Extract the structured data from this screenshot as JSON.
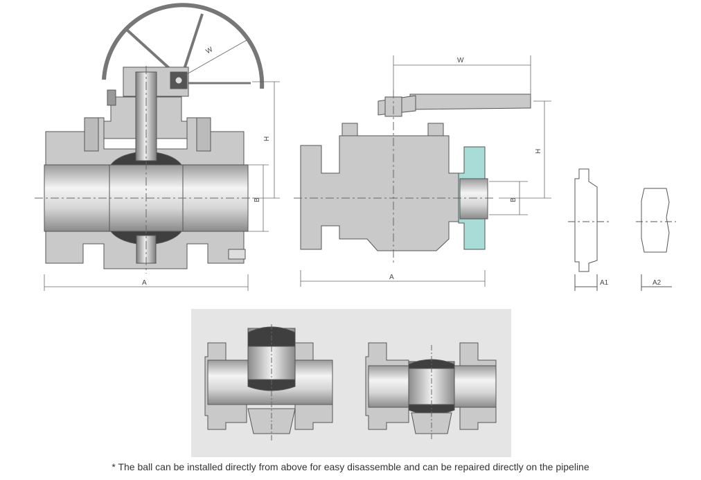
{
  "labels": {
    "W": "W",
    "H": "H",
    "B": "B",
    "A": "A",
    "A1": "A1",
    "A2": "A2"
  },
  "caption": "* The ball can be installed directly from above for easy disassemble and can be repaired directly on the pipeline",
  "colors": {
    "body_fill": "#c9c9c9",
    "body_stroke": "#555555",
    "ball_dark": "#3f3f3f",
    "flange_highlight": "#a7dcd7",
    "panel_bg": "#e5e5e5"
  }
}
